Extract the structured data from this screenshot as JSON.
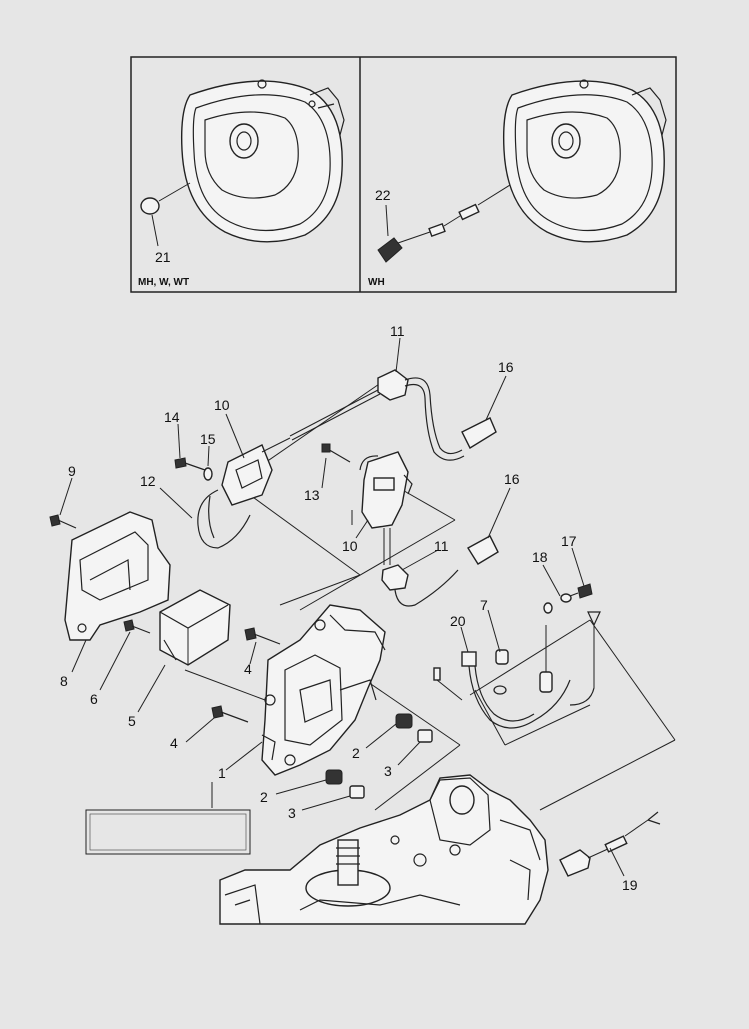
{
  "inset_left": {
    "caption": "MH, W, WT",
    "callout": "21"
  },
  "inset_right": {
    "caption": "WH",
    "callout": "22"
  },
  "callouts": {
    "c1": "1",
    "c2a": "2",
    "c2b": "2",
    "c3a": "3",
    "c3b": "3",
    "c4a": "4",
    "c4b": "4",
    "c5": "5",
    "c6": "6",
    "c7": "7",
    "c8": "8",
    "c9": "9",
    "c10a": "10",
    "c10b": "10",
    "c11a": "11",
    "c11b": "11",
    "c12": "12",
    "c13": "13",
    "c14": "14",
    "c15": "15",
    "c16a": "16",
    "c16b": "16",
    "c17": "17",
    "c18": "18",
    "c19": "19",
    "c20": "20"
  },
  "colors": {
    "background": "#e6e6e6",
    "line": "#222222",
    "part_fill": "#f4f4f4"
  }
}
